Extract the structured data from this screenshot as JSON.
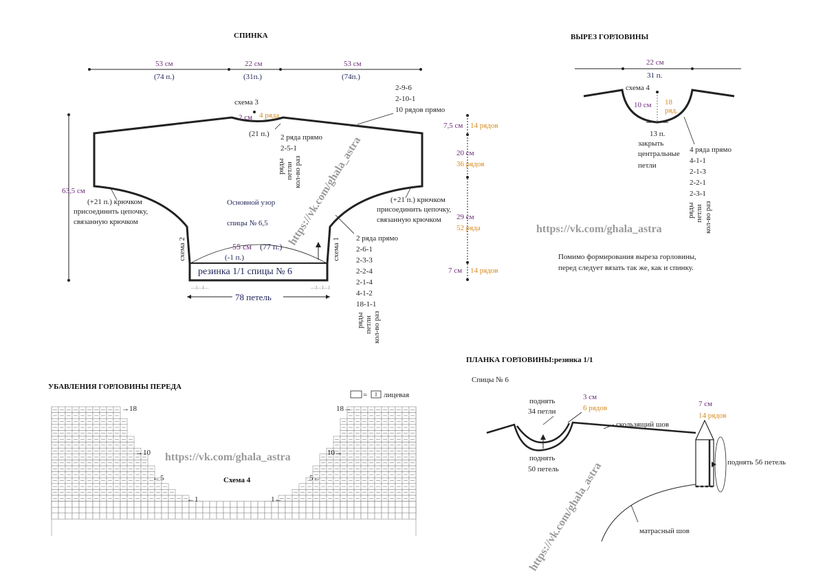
{
  "back": {
    "title": "СПИНКА",
    "top_dims": [
      {
        "cm": "53 см",
        "st": "(74 п.)"
      },
      {
        "cm": "22 см",
        "st": "(31п.)"
      },
      {
        "cm": "53 см",
        "st": "(74п.)"
      }
    ],
    "neck_scheme": "схема 3",
    "neck_cm": "2 см",
    "neck_rows": "4 ряда",
    "neck_st": "(21 п.)",
    "shoulder_right": [
      "2-9-6",
      "2-10-1",
      "10 рядов прямо"
    ],
    "neck_dec": [
      "2 ряда прямо",
      "2-5-1"
    ],
    "legend_rot": [
      "ряды",
      "петли",
      "кол-во раз"
    ],
    "height_total": "63,5 см",
    "left_note": [
      "(+21 п.) крючком",
      "присоединить цепочку,",
      "связанную крючком"
    ],
    "right_note": [
      "(+21 п.) крючком",
      "присоединить цепочку,",
      "связанную крючком"
    ],
    "pattern": "Основной узор",
    "needles": "спицы № 6,5",
    "scheme_left": "схема 2",
    "scheme_right": "схема 1",
    "waist_cm": "55 см",
    "waist_st": "(77 п.)",
    "waist_dec": "(-1 п.)",
    "rib": "резинка 1/1    спицы № 6",
    "cast_on": "78 петель",
    "side_dec": [
      "2 ряда прямо",
      "2-6-1",
      "2-3-3",
      "2-2-4",
      "2-1-4",
      "4-1-2",
      "18-1-1"
    ],
    "side_heights": [
      {
        "cm": "7,5 см",
        "rows": "14 рядов"
      },
      {
        "cm": "20 см",
        "rows": "36 рядов"
      },
      {
        "cm": "29 см",
        "rows": "52 ряда"
      },
      {
        "cm": "7 см",
        "rows": "14 рядов"
      }
    ]
  },
  "neckline": {
    "title": "ВЫРЕЗ ГОРЛОВИНЫ",
    "width_cm": "22 см",
    "width_st": "31 п.",
    "scheme": "схема 4",
    "depth_cm": "10 см",
    "depth_rows": "18",
    "depth_rows_unit": "ряд.",
    "center_st": "13 п.",
    "center_note": [
      "закрыть",
      "центральные",
      "петли"
    ],
    "dec": [
      "4 ряда прямо",
      "4-1-1",
      "2-1-3",
      "2-2-1",
      "2-3-1"
    ],
    "legend_rot": [
      "ряды",
      "петли",
      "кол-во раз"
    ],
    "note": [
      "Помимо формирования выреза горловины,",
      "перед следует вязать так же, как и спинку."
    ]
  },
  "front_dec": {
    "title": "УБАВЛЕНИЯ ГОРЛОВИНЫ ПЕРЕДА",
    "legend": "лицевая",
    "scheme": "Схема 4",
    "row_labels": [
      "→18",
      "→10",
      "←5",
      "←1",
      "18→",
      "10→",
      "5←",
      "1←"
    ]
  },
  "band": {
    "title": "ПЛАНКА ГОРЛОВИНЫ:резинка 1/1",
    "needles": "Спицы № 6",
    "pick_top": [
      "поднять",
      "34 петли"
    ],
    "height_cm": "3 см",
    "height_rows": "6 рядов",
    "pick_bottom": [
      "поднять",
      "50 петель"
    ],
    "slip_seam": "скользящий шов",
    "right_cm": "7 см",
    "right_rows": "14 рядов",
    "pick_right": "поднять 56 петель",
    "mattress": "матрасный шов"
  },
  "watermark": "https://vk.com/ghala_astra"
}
